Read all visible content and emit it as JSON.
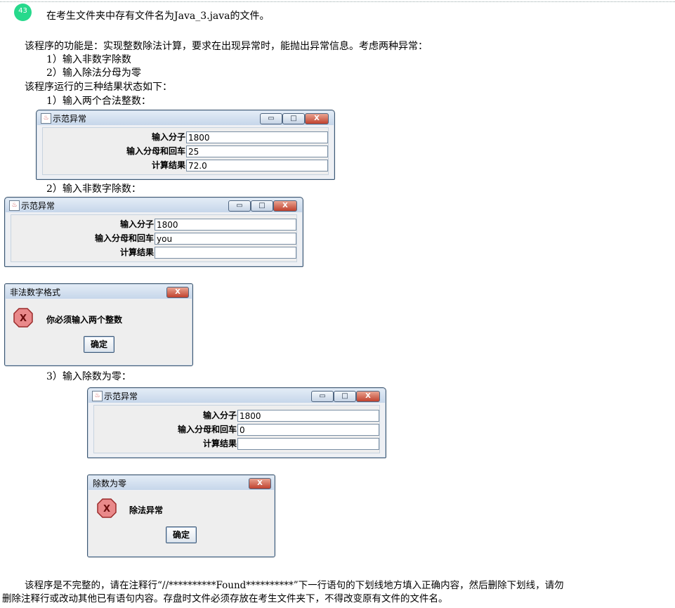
{
  "question": {
    "number": "43",
    "intro": "在考生文件夹中存有文件名为Java_3.java的文件。",
    "func_desc": "该程序的功能是：实现整数除法计算，要求在出现异常时，能抛出异常信息。考虑两种异常：",
    "exc1": "1）输入非数字除数",
    "exc2": "2）输入除法分母为零",
    "states_intro": "该程序运行的三种结果状态如下：",
    "state1": "1）输入两个合法整数：",
    "state2": "2）输入非数字除数：",
    "state3": "3）输入除数为零：",
    "footer_line1": "该程序是不完整的，请在注释行“//**********Found**********”下一行语句的下划线地方填入正确内容，然后删除下划线，请勿",
    "footer_line2": "删除注释行或改动其他已有语句内容。存盘时文件必须存放在考生文件夹下，不得改变原有文件的文件名。"
  },
  "window_buttons": {
    "minimize": "▭",
    "maximize": "□",
    "close": "X"
  },
  "labels": {
    "numerator": "输入分子",
    "denominator": "输入分母和回车",
    "result": "计算结果"
  },
  "demo1": {
    "title": "示范异常",
    "numerator": "1800",
    "denominator": "25",
    "result": "72.0"
  },
  "demo2": {
    "title": "示范异常",
    "numerator": "1800",
    "denominator": "you",
    "result": ""
  },
  "dialog_format": {
    "title": "非法数字格式",
    "icon": "X",
    "message": "你必须输入两个整数",
    "ok": "确定"
  },
  "demo3": {
    "title": "示范异常",
    "numerator": "1800",
    "denominator": "0",
    "result": ""
  },
  "dialog_zero": {
    "title": "除数为零",
    "icon": "X",
    "message": "除法异常",
    "ok": "确定"
  }
}
